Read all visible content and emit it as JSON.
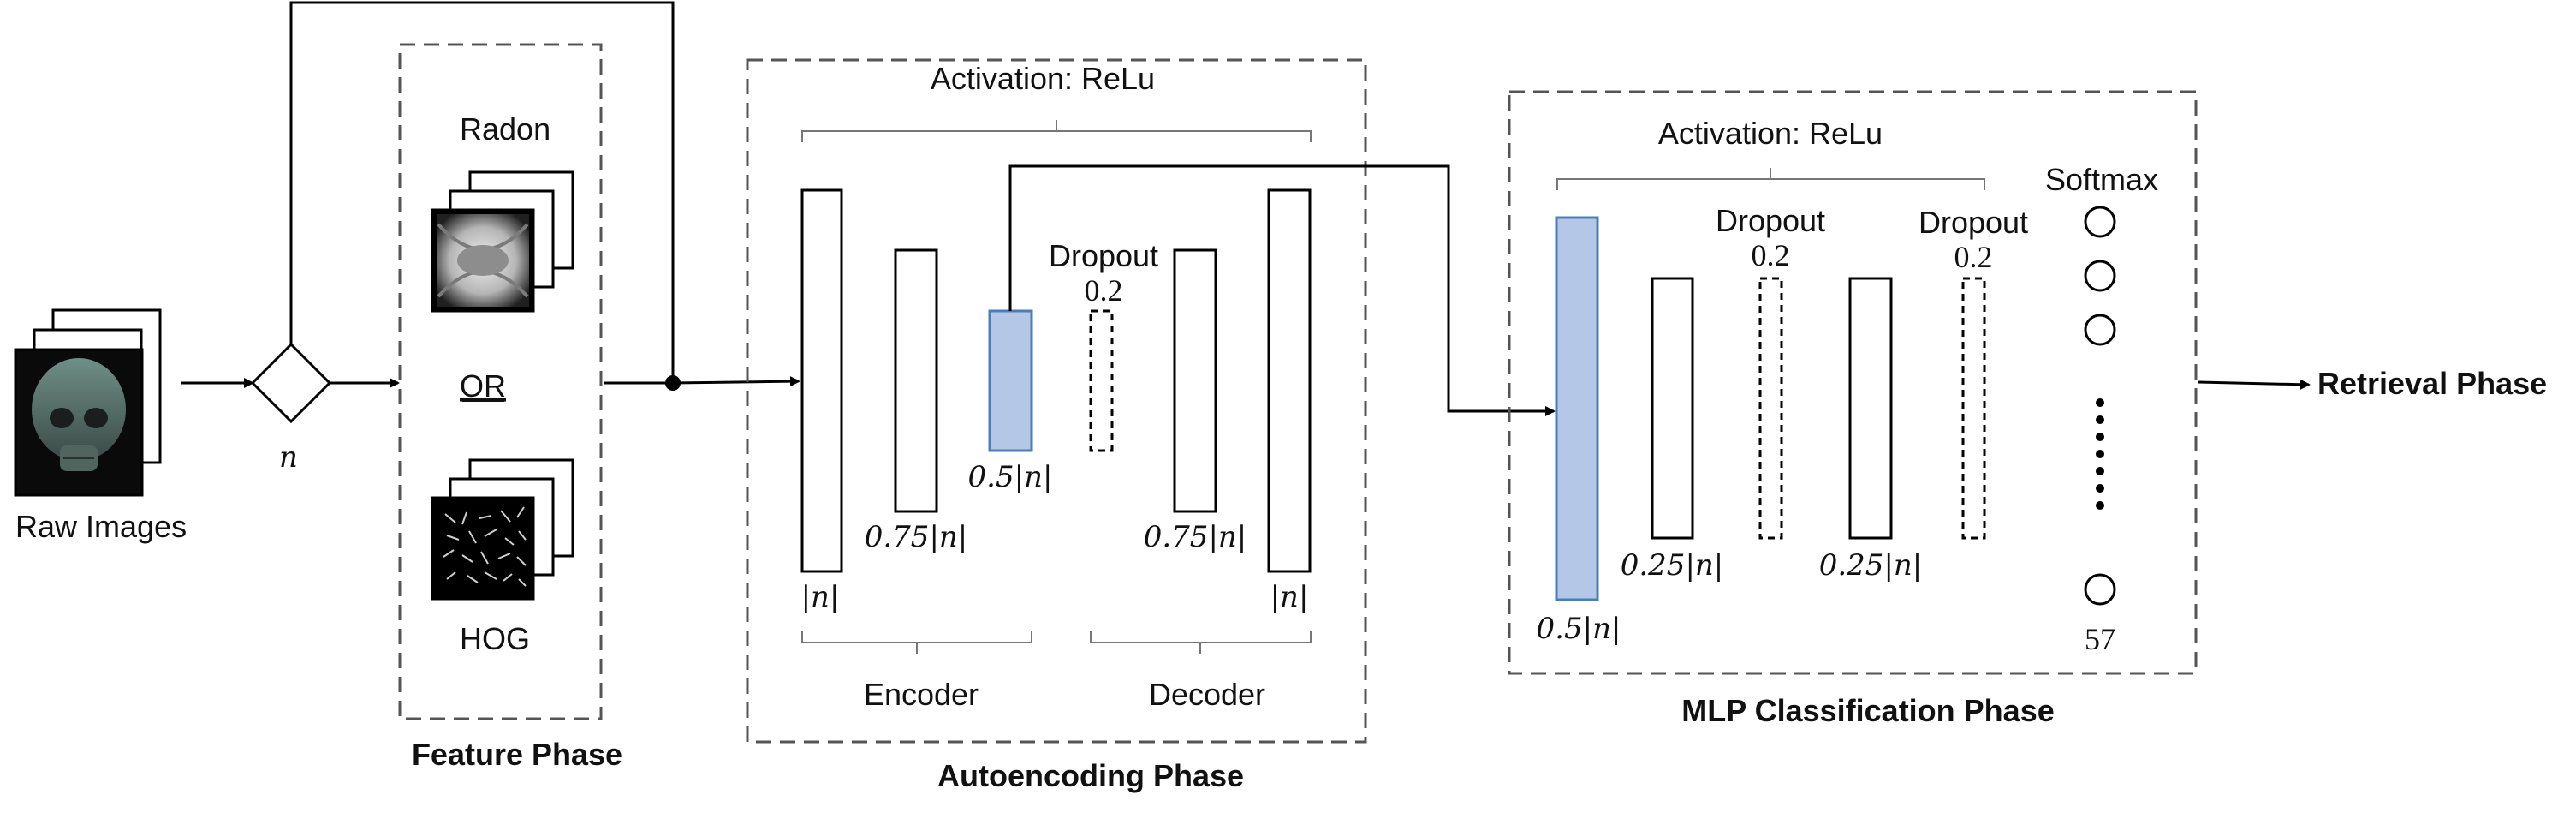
{
  "feature": {
    "input_label": "Raw Images",
    "choice_symbol": "n",
    "radon": "Radon",
    "or": "OR",
    "hog": "HOG",
    "phase_title": "Feature Phase"
  },
  "autoencoder": {
    "activation": "Activation: ReLu",
    "layer_n_left": "|n|",
    "layer_075_left": "0.75|n|",
    "layer_05": "0.5|n|",
    "dropout_label": "Dropout",
    "dropout_rate": "0.2",
    "layer_075_right": "0.75|n|",
    "layer_n_right": "|n|",
    "encoder": "Encoder",
    "decoder": "Decoder",
    "phase_title": "Autoencoding Phase"
  },
  "mlp": {
    "activation": "Activation: ReLu",
    "input_layer": "0.5|n|",
    "hidden1": "0.25|n|",
    "dropout1_label": "Dropout",
    "dropout1_rate": "0.2",
    "hidden2": "0.25|n|",
    "dropout2_label": "Dropout",
    "dropout2_rate": "0.2",
    "softmax": "Softmax",
    "classes": "57",
    "phase_title": "MLP Classification Phase"
  },
  "output": {
    "retrieval": "Retrieval Phase"
  },
  "colors": {
    "encoded_layer_fill": "#b4c7e7",
    "encoded_layer_stroke": "#4a7ebb",
    "line": "#000000",
    "dashed_border": "#555555"
  }
}
